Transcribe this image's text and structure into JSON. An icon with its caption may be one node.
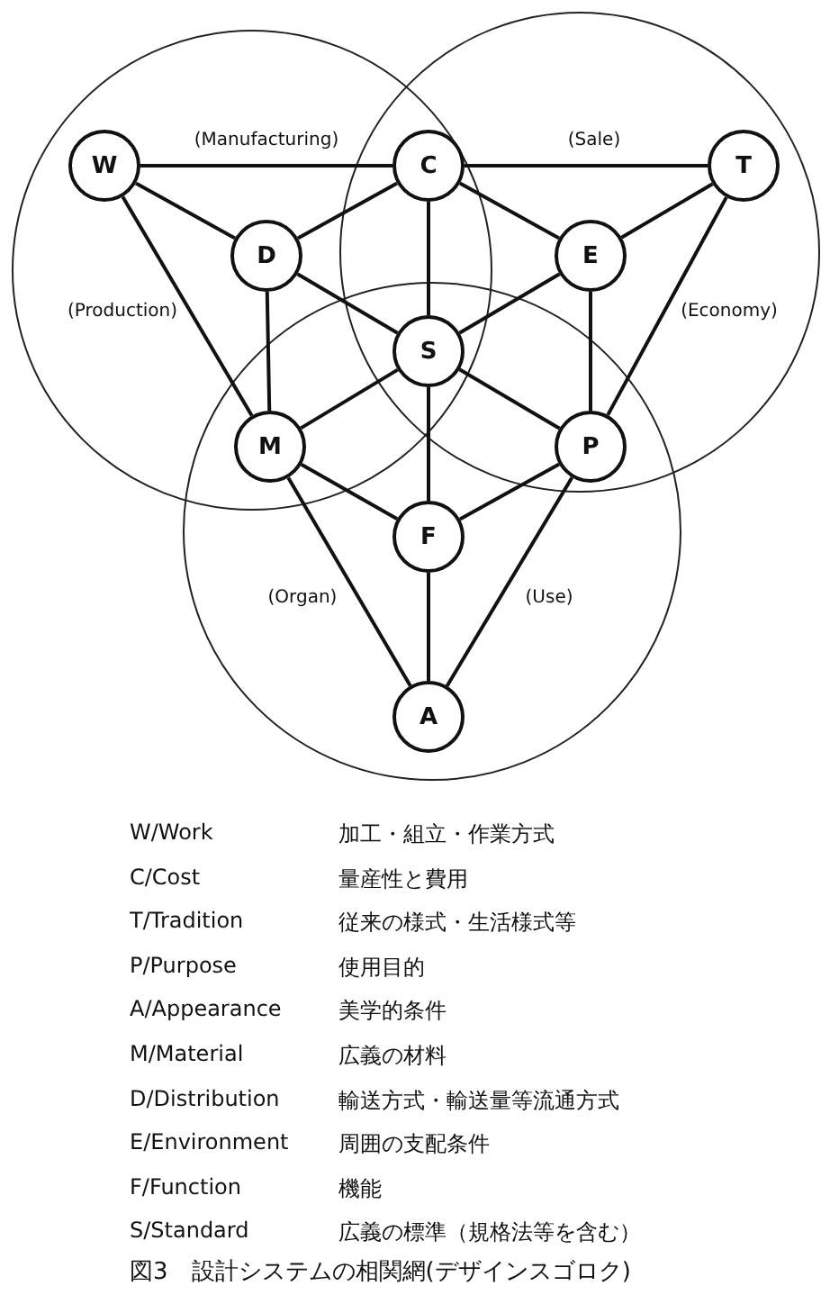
{
  "diagram": {
    "nodes": [
      {
        "text": [
          "W"
        ]
      },
      {
        "text": [
          "C"
        ]
      },
      {
        "text": [
          "T"
        ]
      },
      {
        "text": [
          "D"
        ]
      },
      {
        "text": [
          "E"
        ]
      },
      {
        "text": [
          "S"
        ]
      },
      {
        "text": [
          "M"
        ]
      },
      {
        "text": [
          "P"
        ]
      },
      {
        "text": [
          "F"
        ]
      },
      {
        "text": [
          "A"
        ]
      }
    ],
    "edges": [
      {
        "from": 0,
        "to": 1,
        "arrow": "none",
        "label": "(Manufacturing)"
      },
      {
        "from": 1,
        "to": 2,
        "arrow": "none",
        "label": "(Sale)"
      },
      {
        "from": 0,
        "to": 3,
        "arrow": "none"
      },
      {
        "from": 0,
        "to": 6,
        "arrow": "none",
        "label": "(Production)"
      },
      {
        "from": 3,
        "to": 1,
        "arrow": "none"
      },
      {
        "from": 1,
        "to": 4,
        "arrow": "none"
      },
      {
        "from": 4,
        "to": 2,
        "arrow": "none"
      },
      {
        "from": 2,
        "to": 7,
        "arrow": "none",
        "label": "(Economy)"
      },
      {
        "from": 1,
        "to": 5,
        "arrow": "none"
      },
      {
        "from": 3,
        "to": 5,
        "arrow": "none"
      },
      {
        "from": 4,
        "to": 5,
        "arrow": "none"
      },
      {
        "from": 3,
        "to": 6,
        "arrow": "none"
      },
      {
        "from": 4,
        "to": 7,
        "arrow": "none"
      },
      {
        "from": 5,
        "to": 6,
        "arrow": "none"
      },
      {
        "from": 5,
        "to": 7,
        "arrow": "none"
      },
      {
        "from": 5,
        "to": 8,
        "arrow": "none"
      },
      {
        "from": 6,
        "to": 8,
        "arrow": "none"
      },
      {
        "from": 7,
        "to": 8,
        "arrow": "none"
      },
      {
        "from": 6,
        "to": 9,
        "arrow": "none",
        "label": "(Organ)"
      },
      {
        "from": 7,
        "to": 9,
        "arrow": "none",
        "label": "(Use)"
      },
      {
        "from": 8,
        "to": 9,
        "arrow": "none"
      }
    ],
    "labels": [
      "W/Work",
      "加工・組立・作業方式",
      "C/Cost",
      "量産性と費用",
      "T/Tradition",
      "従来の様式・生活様式等",
      "P/Purpose",
      "使用目的",
      "A/Appearance",
      "美学的条件",
      "M/Material",
      "広義の材料",
      "D/Distribution",
      "輸送方式・輸送量等流通方式",
      "E/Environment",
      "周囲の支配条件",
      "F/Function",
      "機能",
      "S/Standard",
      "広義の標準（規格法等を含む）"
    ],
    "caption": "図3　設計システムの相関網(デザインスゴロク)"
  }
}
